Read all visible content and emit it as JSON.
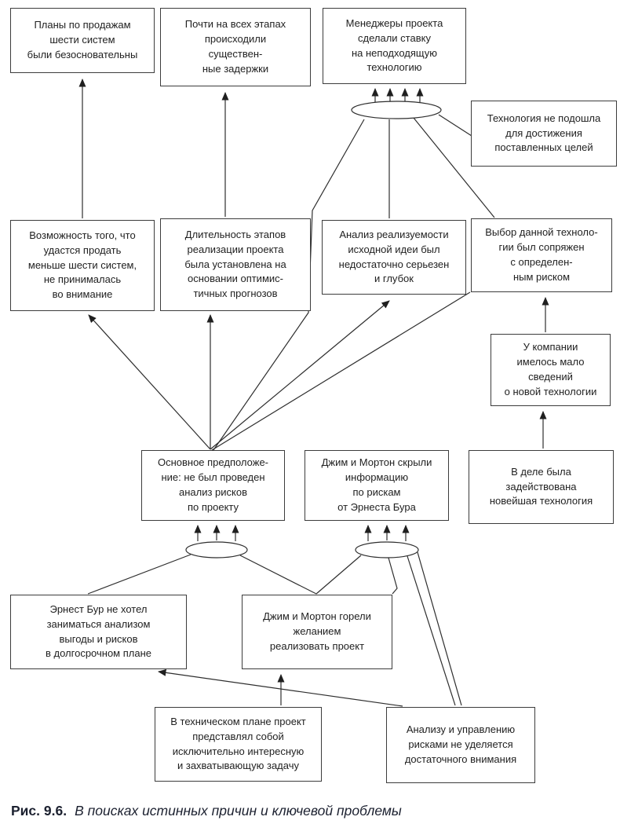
{
  "boxes": [
    {
      "name": "sales-plans-unfounded",
      "text": "Планы по продажам\nшести систем\nбыли безосновательны"
    },
    {
      "name": "stage-delays",
      "text": "Почти на всех этапах\nпроисходили\nсуществен-\nные задержки"
    },
    {
      "name": "managers-wrong-technology",
      "text": "Менеджеры проекта\nсделали ставку\nна неподходящую\nтехнологию"
    },
    {
      "name": "technology-unsuitable",
      "text": "Технология не подошла\nдля достижения\nпоставленных целей"
    },
    {
      "name": "fewer-sales-ignored",
      "text": "Возможность того, что\nудастся продать\nменьше шести систем,\nне принималась\nво внимание"
    },
    {
      "name": "optimistic-durations",
      "text": "Длительность этапов\nреализации проекта\nбыла установлена на\nосновании оптимис-\nтичных прогнозов"
    },
    {
      "name": "shallow-feasibility-analysis",
      "text": "Анализ реализуемости\nисходной идеи был\nнедостаточно серьезен\nи глубок"
    },
    {
      "name": "technology-choice-risky",
      "text": "Выбор данной техноло-\nгии был сопряжен\nс определен-\nным риском"
    },
    {
      "name": "little-knowledge",
      "text": "У компании\nимелось мало\nсведений\nо новой технологии"
    },
    {
      "name": "no-risk-analysis",
      "text": "Основное предположе-\nние: не был проведен\nанализ рисков\nпо проекту"
    },
    {
      "name": "jim-morton-hid-risks",
      "text": "Джим и Мортон скрыли\nинформацию\nпо рискам\nот Эрнеста Бура"
    },
    {
      "name": "newest-technology-used",
      "text": "В деле была\nзадействована\nновейшая технология"
    },
    {
      "name": "ernest-bur-unwilling",
      "text": "Эрнест Бур не хотел\nзаниматься анализом\nвыгоды и рисков\nв долгосрочном плане"
    },
    {
      "name": "jim-morton-eager",
      "text": "Джим и Мортон горели\nжеланием\nреализовать проект"
    },
    {
      "name": "technically-fascinating-task",
      "text": "В техническом плане проект\nпредставлял собой\nисключительно интересную\nи захватывающую задачу"
    },
    {
      "name": "risk-management-neglected",
      "text": "Анализу и управлению\nрисками не уделяется\nдостаточного внимания"
    }
  ],
  "caption": {
    "label": "Рис. 9.6.",
    "text": "В поисках истинных причин и ключевой проблемы"
  },
  "colors": {
    "line": "#2e2e2e",
    "box_border": "#3c3c3c",
    "text": "#1f1f1f",
    "caption_text": "#1c2130"
  }
}
